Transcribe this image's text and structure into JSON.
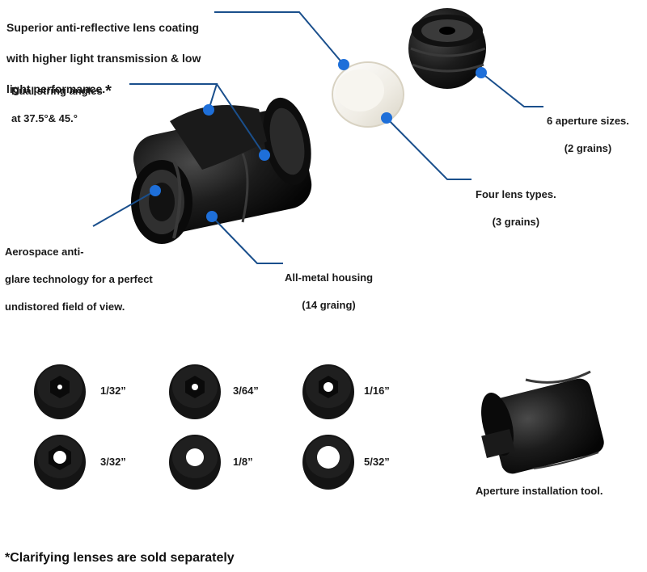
{
  "callouts": {
    "coating": {
      "line1": "Superior anti-reflective lens coating",
      "line2": "with higher light transmission & low",
      "line3": "light performance.",
      "asterisk": "*"
    },
    "string_angles": {
      "line1": "Dual string angles",
      "line2": "at 37.5°& 45.°"
    },
    "antiglare": {
      "line1": "Aerospace anti-",
      "line2": "glare technology for a perfect",
      "line3": "undistored field of view."
    },
    "housing": {
      "line1": "All-metal housing",
      "line2": "(14 graing)"
    },
    "lens_types": {
      "line1": "Four lens types.",
      "line2": "(3 grains)"
    },
    "aperture_sizes": {
      "line1": "6 aperture sizes.",
      "line2": "(2 grains)"
    }
  },
  "apertures": [
    {
      "label": "1/32”"
    },
    {
      "label": "3/64”"
    },
    {
      "label": "1/16”"
    },
    {
      "label": "3/32”"
    },
    {
      "label": "1/8”"
    },
    {
      "label": "5/32”"
    }
  ],
  "tool": {
    "label": "Aperture installation tool."
  },
  "footnote": "*Clarifying lenses are sold separately",
  "colors": {
    "callout_line": "#1a4f8c",
    "callout_dot": "#1e6fd9",
    "part": "#141414",
    "lens": "#efece4"
  }
}
